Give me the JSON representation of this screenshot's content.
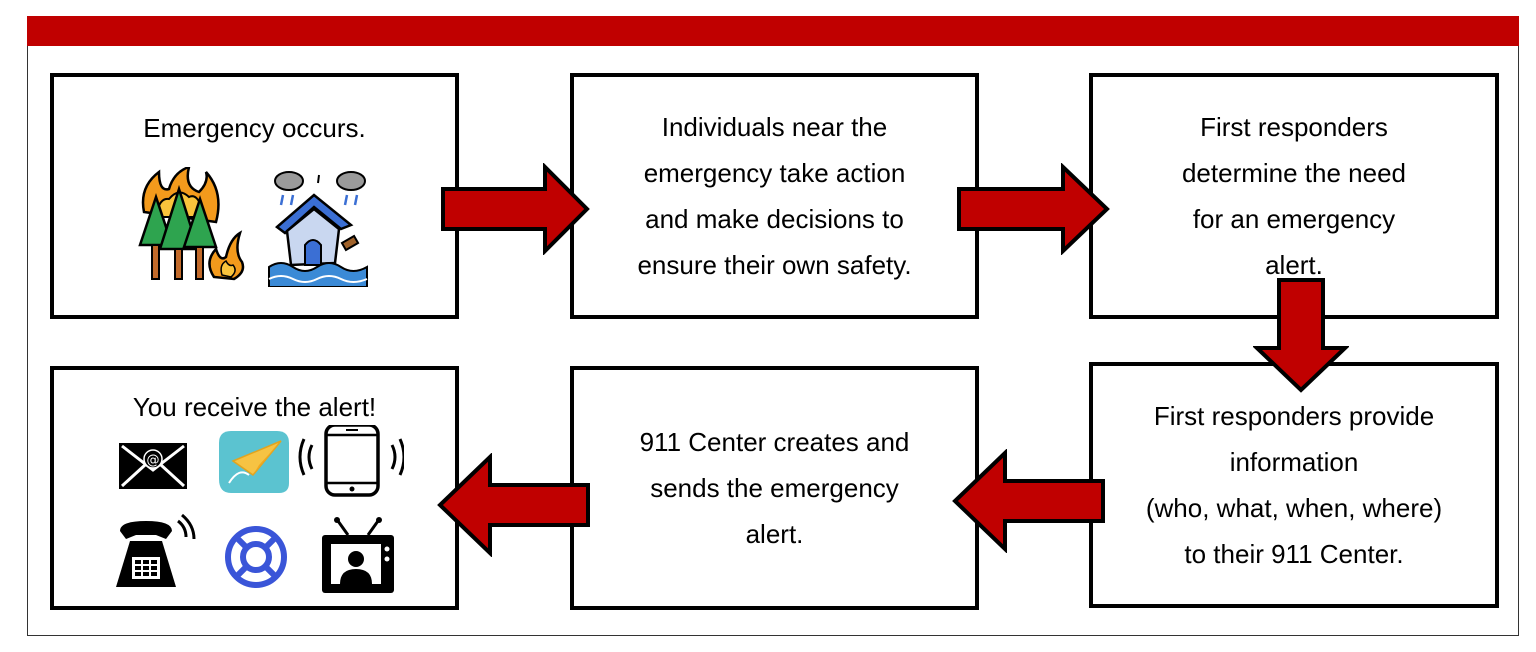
{
  "colors": {
    "accent": "#c00000",
    "arrow_fill": "#c00000",
    "border": "#000000"
  },
  "steps": [
    {
      "id": "emergency-occurs",
      "text": "Emergency occurs.",
      "icons": [
        "wildfire-icon",
        "flooded-house-icon"
      ]
    },
    {
      "id": "individuals-act",
      "text": "Individuals near the\nemergency take action\nand make decisions to\nensure their own safety."
    },
    {
      "id": "first-responders-determine",
      "text": "First responders\ndetermine the need\nfor an emergency\nalert."
    },
    {
      "id": "first-responders-provide",
      "text": "First responders provide\ninformation\n(who, what, when, where)\nto their 911 Center."
    },
    {
      "id": "911-center-sends",
      "text": "911 Center creates and\nsends the emergency\nalert."
    },
    {
      "id": "you-receive",
      "text": "You receive the alert!",
      "icons": [
        "email-icon",
        "paper-plane-app-icon",
        "smartphone-icon",
        "telephone-icon",
        "lifebuoy-icon",
        "television-icon"
      ]
    }
  ],
  "arrows": [
    {
      "from": "emergency-occurs",
      "to": "individuals-act",
      "direction": "right"
    },
    {
      "from": "individuals-act",
      "to": "first-responders-determine",
      "direction": "right"
    },
    {
      "from": "first-responders-determine",
      "to": "first-responders-provide",
      "direction": "down"
    },
    {
      "from": "first-responders-provide",
      "to": "911-center-sends",
      "direction": "left"
    },
    {
      "from": "911-center-sends",
      "to": "you-receive",
      "direction": "left"
    }
  ]
}
